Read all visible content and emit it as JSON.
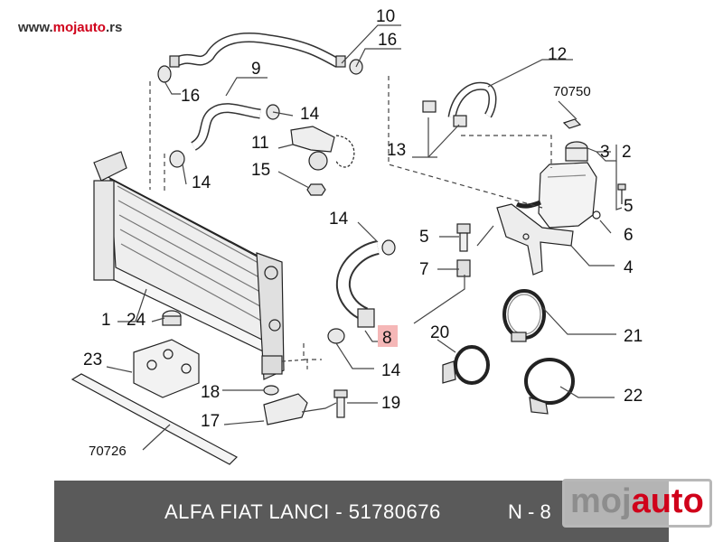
{
  "site": {
    "url_prefix": "www.",
    "url_brand": "mojauto",
    "url_suffix": ".rs"
  },
  "diagram": {
    "labels": {
      "l10": "10",
      "l16a": "16",
      "l16b": "16",
      "l9": "9",
      "l14a": "14",
      "l14b": "14",
      "l11": "11",
      "l15": "15",
      "l12": "12",
      "l13": "13",
      "l70750": "70750",
      "l3": "3",
      "l2": "2",
      "l5a": "5",
      "l6": "6",
      "l14c": "14",
      "l5b": "5",
      "l7": "7",
      "l4": "4",
      "l1": "1",
      "l24": "24",
      "l8": "8",
      "l20": "20",
      "l21": "21",
      "l23": "23",
      "l14d": "14",
      "l18": "18",
      "l19": "19",
      "l17": "17",
      "l22": "22",
      "l70726": "70726"
    }
  },
  "caption": {
    "text": "ALFA FIAT LANCI - 51780676",
    "code": "N - 8"
  },
  "watermark": {
    "prefix": "moj",
    "brand": "auto"
  },
  "colors": {
    "highlight": "#f5b7b7",
    "caption_bg": "#5a5a5a",
    "brand_red": "#d0021b"
  }
}
